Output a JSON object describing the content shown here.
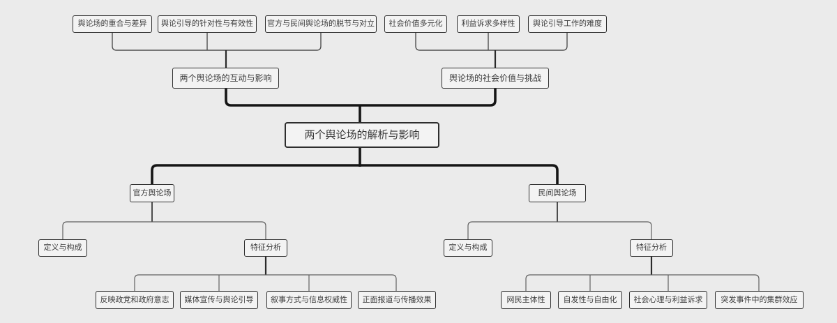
{
  "diagram": {
    "title": "两个舆论场的解析与影响",
    "root": {
      "label": "两个舆论场的解析与影响"
    },
    "top_branches": [
      {
        "label": "两个舆论场的互动与影响",
        "leaves": [
          "舆论场的重合与差异",
          "舆论引导的针对性与有效性",
          "官方与民间舆论场的脱节与对立"
        ]
      },
      {
        "label": "舆论场的社会价值与挑战",
        "leaves": [
          "社会价值多元化",
          "利益诉求多样性",
          "舆论引导工作的难度"
        ]
      }
    ],
    "bottom_branches": [
      {
        "label": "官方舆论场",
        "children": [
          {
            "label": "定义与构成",
            "leaves": []
          },
          {
            "label": "特征分析",
            "leaves": [
              "反映政党和政府意志",
              "媒体宣传与舆论引导",
              "叙事方式与信息权威性",
              "正面报道与传播效果"
            ]
          }
        ]
      },
      {
        "label": "民间舆论场",
        "children": [
          {
            "label": "定义与构成",
            "leaves": []
          },
          {
            "label": "特征分析",
            "leaves": [
              "网民主体性",
              "自发性与自由化",
              "社会心理与利益诉求",
              "突发事件中的集群效应"
            ]
          }
        ]
      }
    ],
    "colors": {
      "background": "#ebebeb",
      "node_fill": "#f3f3f3",
      "node_border": "#2e2e2e",
      "line_thick": "#151515",
      "line_thin": "#606060",
      "text": "#3c3c3c"
    }
  }
}
